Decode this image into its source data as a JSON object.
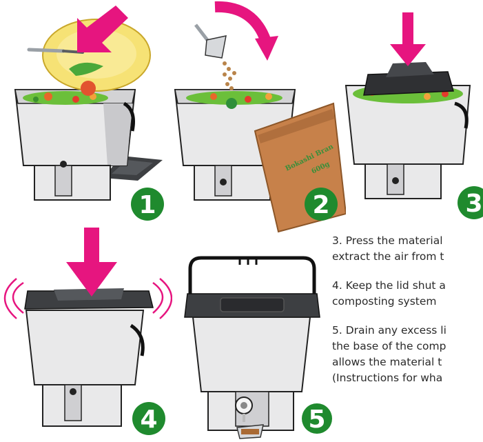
{
  "colors": {
    "badge_green": "#1f8a2e",
    "arrow_magenta": "#e6157f",
    "bin_grey": "#e9e9ea",
    "lid_dark": "#3d3f42",
    "plate_yellow": "#f6e275",
    "bag_brown": "#c7814a"
  },
  "steps": [
    {
      "number": "1"
    },
    {
      "number": "2"
    },
    {
      "number": "3"
    },
    {
      "number": "4"
    },
    {
      "number": "5"
    }
  ],
  "bag": {
    "label_line1": "Bokashi Bran",
    "label_line2": "600g"
  },
  "instructions": {
    "step3": [
      "3. Press the material",
      "extract the air from t"
    ],
    "step4": [
      "4. Keep the lid shut a",
      "composting system"
    ],
    "step5": [
      "5. Drain any excess li",
      "the base of the comp",
      "allows the material t",
      "(Instructions for wha"
    ]
  }
}
